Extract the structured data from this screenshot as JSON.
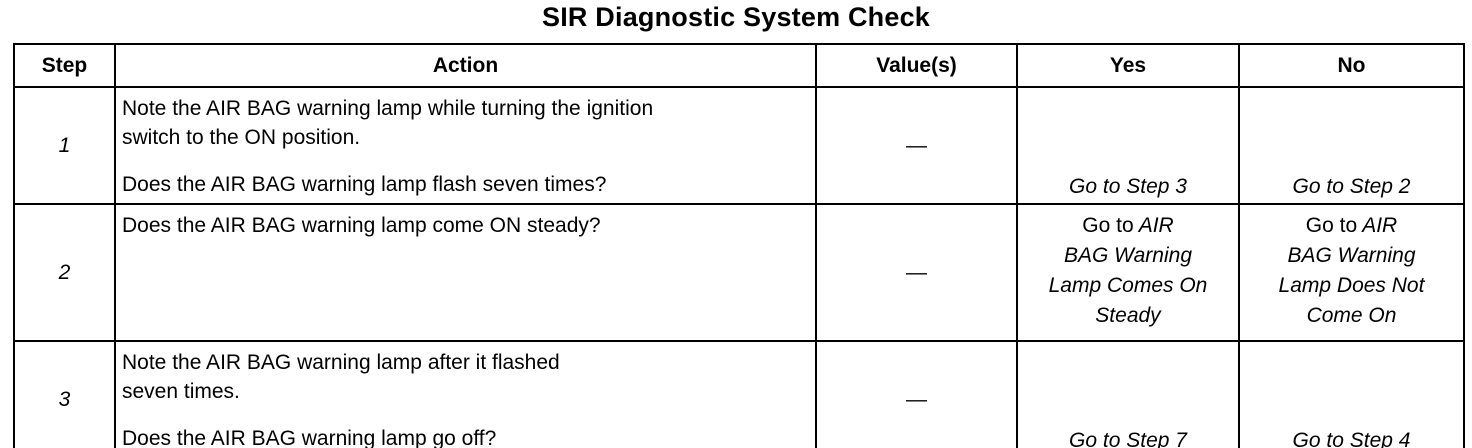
{
  "title": "SIR Diagnostic System Check",
  "table": {
    "headers": {
      "step": "Step",
      "action": "Action",
      "value": "Value(s)",
      "yes": "Yes",
      "no": "No"
    },
    "rows": [
      {
        "step": "1",
        "action_line1": "Note the AIR BAG warning lamp while turning the ignition",
        "action_line2": "switch to the ON position.",
        "question": "Does the AIR BAG warning lamp flash seven times?",
        "value": "—",
        "yes": "Go to Step 3",
        "no": "Go to Step 2"
      },
      {
        "step": "2",
        "question": "Does the AIR BAG warning lamp come ON steady?",
        "value": "—",
        "yes_prefix": "Go to",
        "yes_ref_line1": "AIR",
        "yes_ref_line2": "BAG Warning",
        "yes_ref_line3": "Lamp Comes On",
        "yes_ref_line4": "Steady",
        "no_prefix": "Go to",
        "no_ref_line1": "AIR",
        "no_ref_line2": "BAG Warning",
        "no_ref_line3": "Lamp Does Not",
        "no_ref_line4": "Come On"
      },
      {
        "step": "3",
        "action_line1": "Note the AIR BAG warning lamp after it flashed",
        "action_line2": "seven times.",
        "question": "Does the AIR BAG warning lamp go off?",
        "value": "—",
        "yes": "Go to Step 7",
        "no": "Go to Step 4"
      }
    ]
  }
}
